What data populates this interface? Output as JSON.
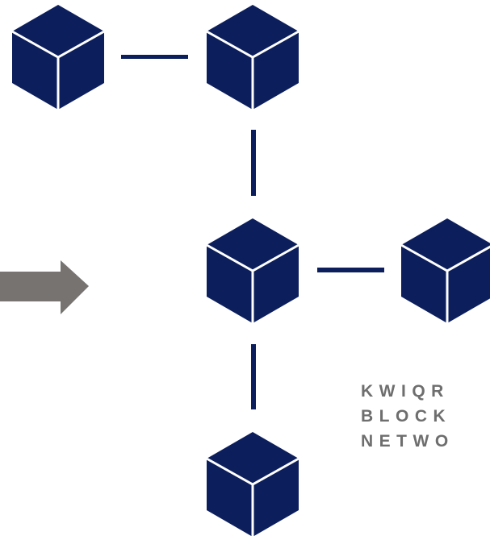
{
  "colors": {
    "cube": "#0c1f5c",
    "cube_edge": "#ffffff",
    "connector": "#0c1f5c",
    "arrow": "#767371",
    "caption_text": "#6e6e6e"
  },
  "icons": {
    "cube": "cube-icon",
    "arrow": "arrow-right-icon"
  },
  "caption": {
    "lines": [
      "KWIQR",
      "BLOCK",
      "NETWO"
    ]
  }
}
